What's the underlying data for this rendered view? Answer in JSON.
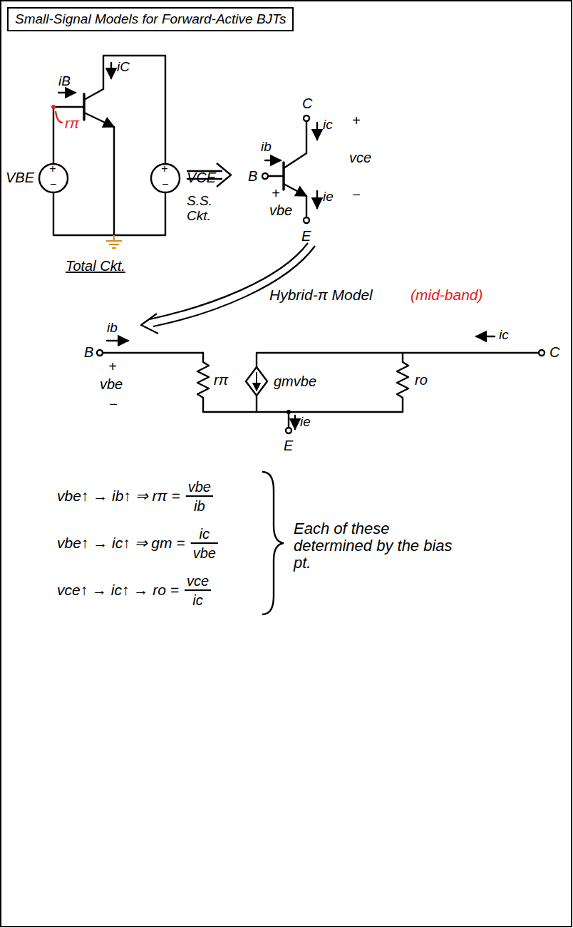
{
  "diagram": {
    "nodes": [
      {
        "text": [
          "Small-Signal Models for Forward-Active BJTs"
        ]
      }
    ],
    "labels": [
      "iB",
      "iC",
      "rπ",
      "+",
      "−",
      "VBE",
      "+",
      "−",
      "VCE",
      "Total Ckt.",
      "S.S. Ckt.",
      "C",
      "ic",
      "+",
      "vce",
      "ib",
      "B",
      "+",
      "vbe",
      "ie",
      "−",
      "E",
      "Hybrid-π Model",
      "(mid-band)",
      "ic",
      "B",
      "ib",
      "+",
      "vbe",
      "−",
      "rπ",
      "gmvbe",
      "ro",
      "C",
      "ie",
      "E",
      "vbe↑ → ib↑ ⇒ rπ =",
      "vbe",
      "ib",
      "vbe↑ → ic↑ ⇒ gm =",
      "ic",
      "vbe",
      "vce↑ → ic↑ → ro =",
      "vce",
      "ic",
      "Each of these determined by the bias pt."
    ]
  }
}
